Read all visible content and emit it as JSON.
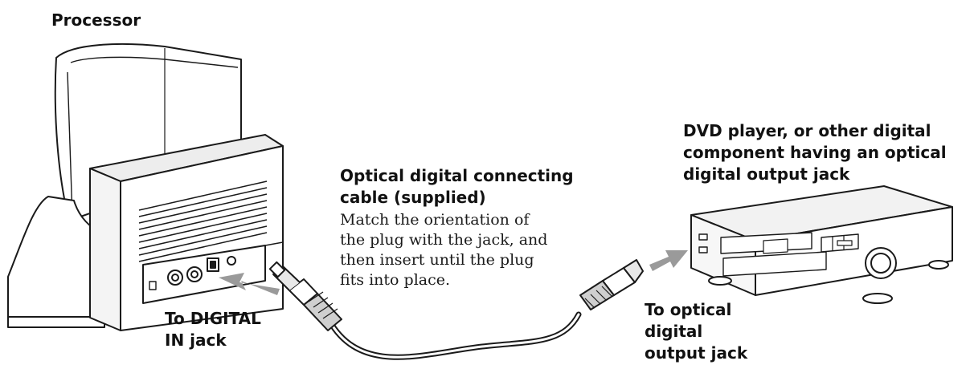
{
  "labels": {
    "processor": "Processor",
    "dvd_player": [
      "DVD player, or other digital",
      "component having an optical",
      "digital output jack"
    ],
    "cable_title": [
      "Optical digital connecting",
      "cable (supplied)"
    ],
    "cable_instructions": [
      "Match the orientation of",
      "the plug with the jack, and",
      "then insert until the plug",
      "fits into place."
    ],
    "digital_in": [
      "To DIGITAL",
      "IN jack"
    ],
    "optical_output": [
      "To optical",
      "digital",
      "output jack"
    ]
  },
  "icons": {
    "processor": "processor-unit-icon",
    "dvd_player": "dvd-player-icon",
    "cable": "optical-cable-icon",
    "arrows": "arrow-icon"
  },
  "colors": {
    "line": "#1a1a1a",
    "arrow": "#9a9a9a",
    "text": "#111111"
  }
}
